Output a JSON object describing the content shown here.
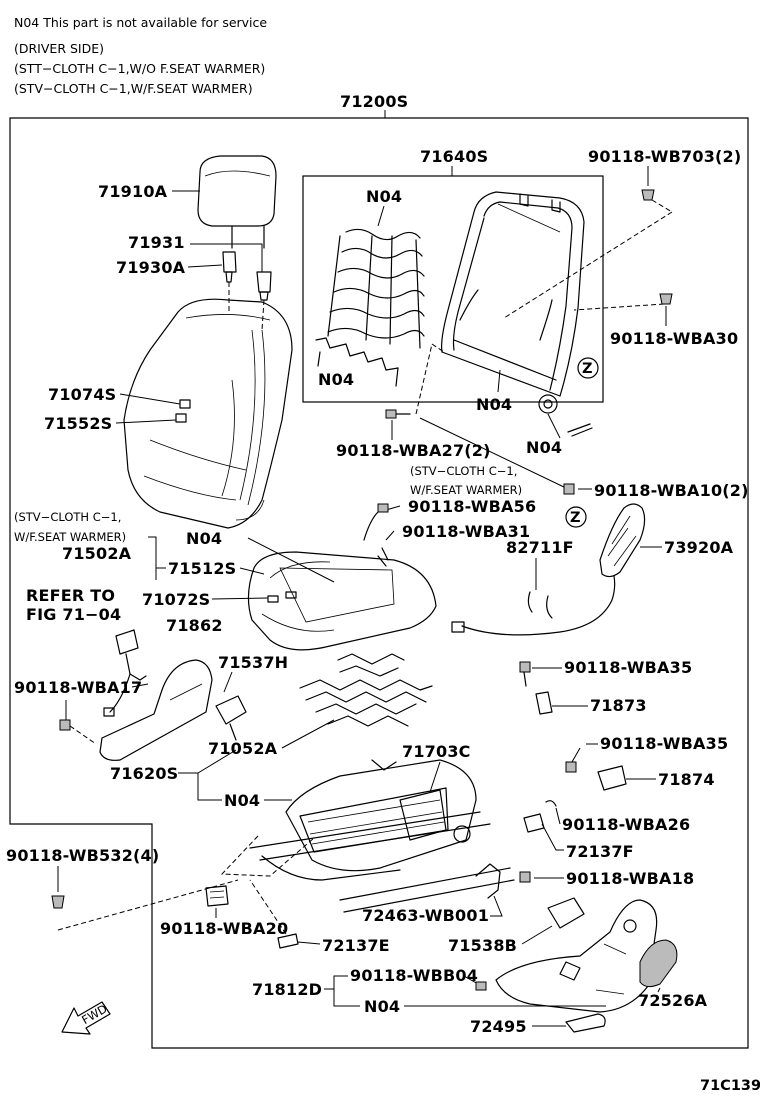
{
  "notes": {
    "service_note": "N04   This part is not available for service",
    "variant_header": "(DRIVER SIDE)",
    "variant_1": "(STT−CLOTH C−1,W/O F.SEAT WARMER)",
    "variant_2": "(STV−CLOTH C−1,W/F.SEAT WARMER)"
  },
  "assembly_number": "71200S",
  "sub_assembly_number": "71640S",
  "callouts": {
    "headrest": "71910A",
    "headrest_guide_lock": "71931",
    "headrest_guide": "71930A",
    "back_cover_clip": "71074S",
    "back_cover": "71552S",
    "cushion_assy": "71502A",
    "cushion_cover": "71512S",
    "cushion_clip": "71072S",
    "belt_buckle": "71862",
    "shield_inner": "71537H",
    "cushion_spring": "71052A",
    "cushion_frame": "71620S",
    "adjuster": "71703C",
    "cover_a": "71873",
    "cover_b": "71874",
    "rail_cover_rear": "72137F",
    "rail_cover_front": "72137E",
    "adjuster_part": "72463-WB001",
    "shield_outer_bracket": "71538B",
    "shield_outer": "71812D",
    "knob": "72526A",
    "lever_cover": "72495",
    "heater_unit": "73920A",
    "wire": "82711F",
    "n04": "N04",
    "bolt_wb703": "90118-WB703(2)",
    "bolt_wba30": "90118-WBA30",
    "bolt_wba27": "90118-WBA27(2)",
    "bolt_wba10": "90118-WBA10(2)",
    "bolt_wba56": "90118-WBA56",
    "bolt_wba31": "90118-WBA31",
    "bolt_wba17": "90118-WBA17",
    "bolt_wba35": "90118-WBA35",
    "bolt_wba26": "90118-WBA26",
    "bolt_wba18": "90118-WBA18",
    "bolt_wb532": "90118-WB532(4)",
    "bolt_wba20": "90118-WBA20",
    "bolt_wbb04": "90118-WBB04"
  },
  "conditions": {
    "heater_line1": "(STV−CLOTH C−1,",
    "heater_line2": "W/F.SEAT WARMER)",
    "cushion_line1": "(STV−CLOTH C−1,",
    "cushion_line2": "W/F.SEAT WARMER)"
  },
  "refer": {
    "line1": "REFER TO",
    "line2": "FIG 71−04"
  },
  "marker_z": "Z",
  "fwd_label": "FWD",
  "figure_code": "71C139"
}
